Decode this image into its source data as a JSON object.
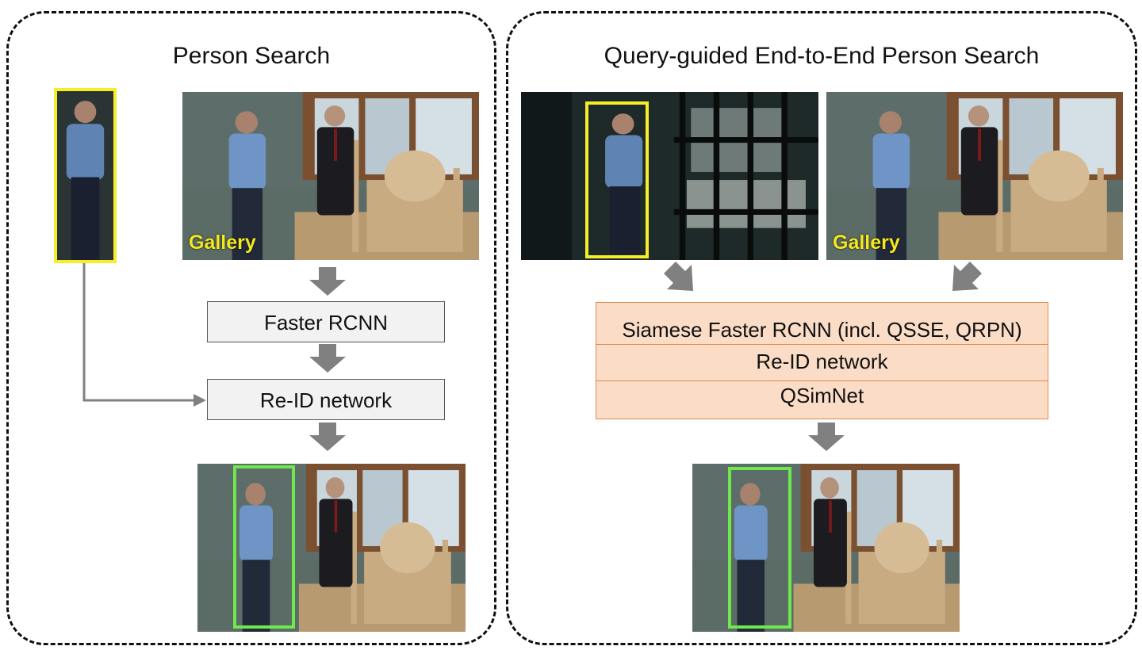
{
  "left_panel": {
    "title": "Person Search",
    "gallery_label": "Gallery",
    "stages": [
      "Faster RCNN",
      "Re-ID network"
    ]
  },
  "right_panel": {
    "title": "Query-guided End-to-End Person Search",
    "gallery_label": "Gallery",
    "stack": [
      "Siamese Faster RCNN (incl. QSSE, QRPN)",
      "Re-ID network",
      "QSimNet"
    ]
  },
  "colors": {
    "query_box": "#f7ee2a",
    "result_box": "#6ee84a",
    "arrow": "#808080",
    "stack_fill": "#fbdcc6",
    "stack_border": "#e08a48"
  }
}
